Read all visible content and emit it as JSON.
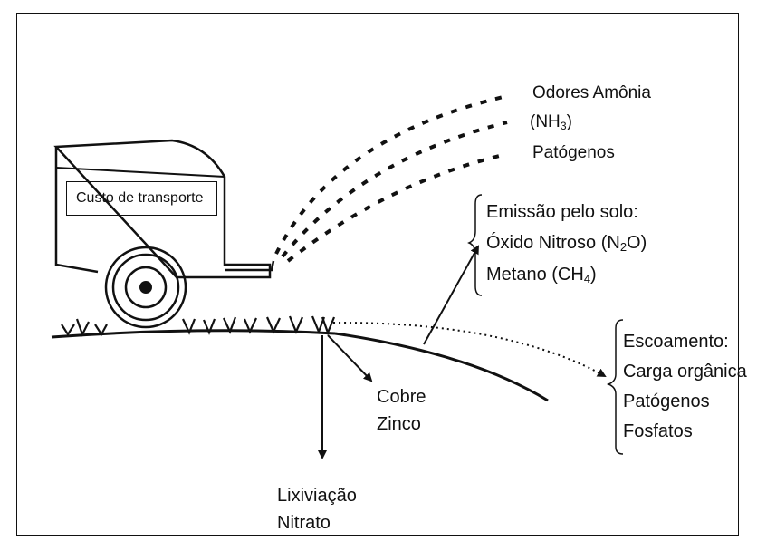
{
  "trailer": {
    "label": "Custo de transporte"
  },
  "spray": {
    "line1": "Odores Amônia",
    "line2_pre": "(NH",
    "line2_sub": "3",
    "line2_post": ")",
    "line3": "Patógenos"
  },
  "emission": {
    "title": "Emissão pelo solo:",
    "line1_pre": "Óxido Nitroso (N",
    "line1_sub": "2",
    "line1_post": "O)",
    "line2_pre": "Metano (CH",
    "line2_sub": "4",
    "line2_post": ")"
  },
  "runoff": {
    "title": "Escoamento:",
    "items": [
      "Carga orgânica",
      "Patógenos",
      "Fosfatos"
    ]
  },
  "metals": {
    "line1": "Cobre",
    "line2": "Zinco"
  },
  "leaching": {
    "line1": "Lixiviação",
    "line2": "Nitrato"
  }
}
